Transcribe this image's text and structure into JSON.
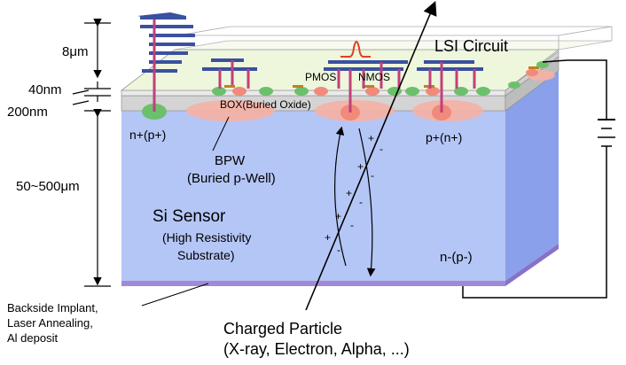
{
  "dimensions": {
    "layer_1": "8μm",
    "layer_2": "40nm",
    "layer_3": "200nm",
    "layer_4": "50~500μm"
  },
  "labels": {
    "lsi_circuit": "LSI Circuit",
    "pmos": "PMOS",
    "nmos": "NMOS",
    "box": "BOX(Buried Oxide)",
    "n_plus": "n+(p+)",
    "p_plus": "p+(n+)",
    "bpw_line1": "BPW",
    "bpw_line2": "(Buried p-Well)",
    "si_sensor": "Si Sensor",
    "si_sub_1": "(High Resistivity",
    "si_sub_2": "Substrate)",
    "n_minus": "n-(p-)",
    "backside_1": "Backside Implant,",
    "backside_2": "Laser Annealing,",
    "backside_3": "Al deposit",
    "charged_1": "Charged Particle",
    "charged_2": "(X-ray, Electron, Alpha, ...)",
    "plus": "+",
    "minus": "-"
  },
  "colors": {
    "substrate": "#b4c6f6",
    "substrate_side": "#8aa0ea",
    "backside": "#a08ad8",
    "box_layer": "#d4d4d4",
    "lsi_layer": "#eef6dc",
    "metal": "#3a50a0",
    "via": "#c0407a",
    "n_implant": "#6cc06c",
    "p_implant": "#f08a7a",
    "bpw": "#f6b0a4",
    "pulse": "#e04020"
  }
}
